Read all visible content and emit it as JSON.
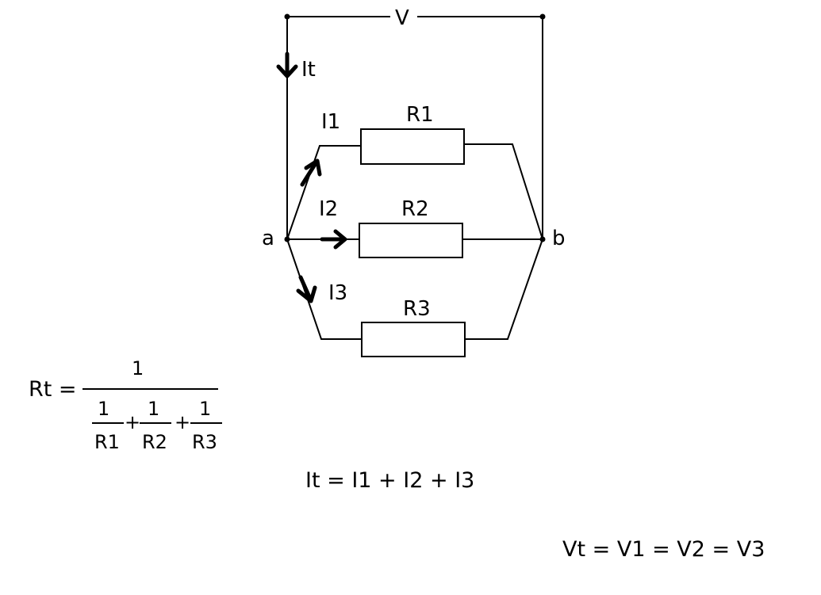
{
  "circuit": {
    "voltage_label": "V",
    "total_current_label": "It",
    "node_a": "a",
    "node_b": "b",
    "branches": [
      {
        "current": "I1",
        "resistor": "R1"
      },
      {
        "current": "I2",
        "resistor": "R2"
      },
      {
        "current": "I3",
        "resistor": "R3"
      }
    ]
  },
  "formulas": {
    "rt": {
      "lhs": "Rt =",
      "numerator": "1",
      "terms": [
        {
          "num": "1",
          "den": "R1"
        },
        {
          "num": "1",
          "den": "R2"
        },
        {
          "num": "1",
          "den": "R3"
        }
      ],
      "plus": "+"
    },
    "current_sum": "It = I1 + I2 + I3",
    "voltage_eq": "Vt = V1 = V2 = V3"
  }
}
